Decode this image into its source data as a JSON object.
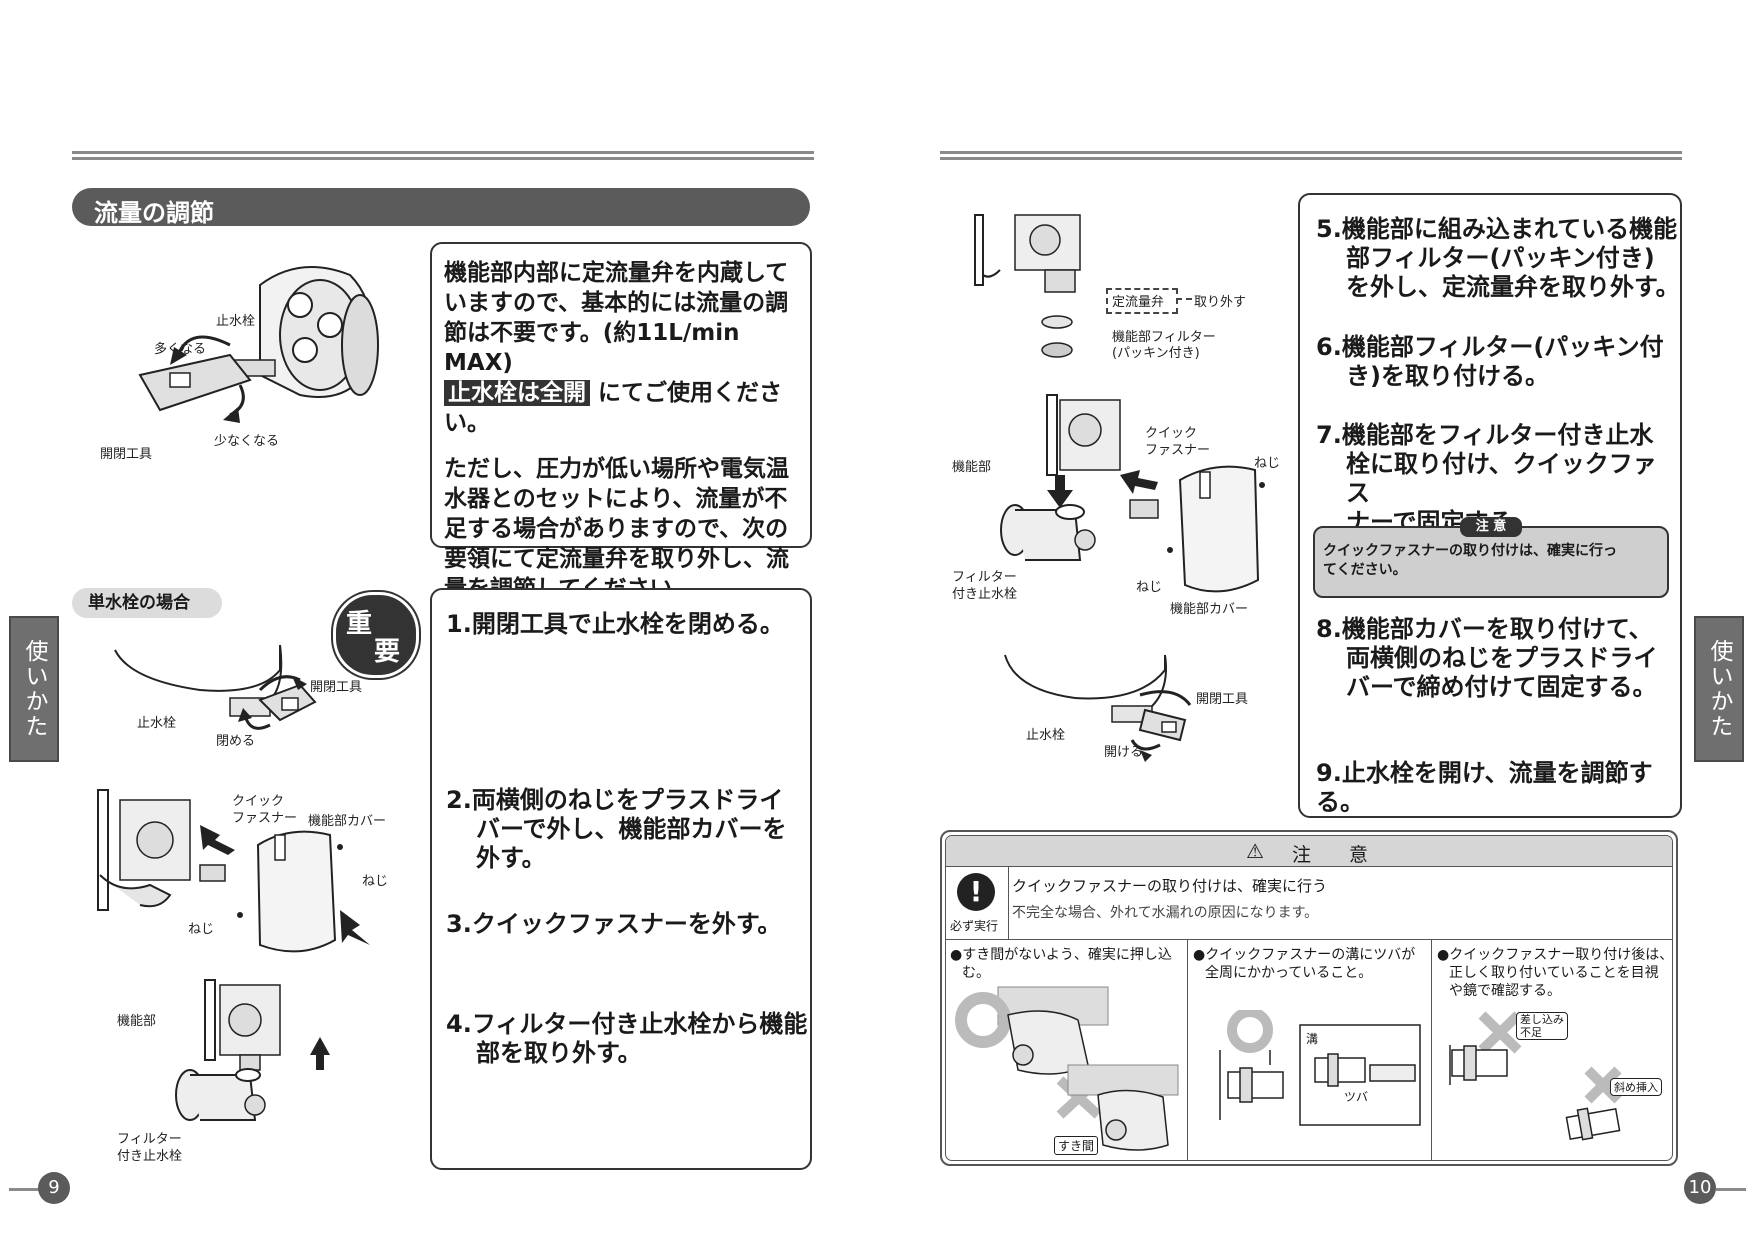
{
  "left_page": {
    "section_title": "流量の調節",
    "intro_para1_line1": "機能部内部に定流量弁を内蔵して",
    "intro_para1_line2": "いますので、基本的には流量の調",
    "intro_para1_line3": "節は不要です。(約11L/min MAX)",
    "intro_highlight": "止水栓は全開",
    "intro_para1_line4_rest": "にてご使用ください。",
    "intro_para2_line1": "ただし、圧力が低い場所や電気温",
    "intro_para2_line2": "水器とのセットにより、流量が不",
    "intro_para2_line3": "足する場合がありますので、次の",
    "intro_para2_line4": "要領にて定流量弁を取り外し、流",
    "intro_para2_line5": "量を調節してください。",
    "fig1_labels": {
      "stop_valve": "止水栓",
      "more": "多くなる",
      "less": "少なくなる",
      "tool": "開閉工具"
    },
    "subhead": "単水栓の場合",
    "important_badge": [
      "重",
      "要"
    ],
    "step1": "1.開閉工具で止水栓を閉める。",
    "step2_line1": "2.両横側のねじをプラスドライ",
    "step2_line2": "バーで外し、機能部カバーを",
    "step2_line3": "外す。",
    "step3": "3.クイックファスナーを外す。",
    "step4_line1": "4.フィルター付き止水栓から機能",
    "step4_line2": "部を取り外す。",
    "fig2_labels": {
      "tool": "開閉工具",
      "stop_valve": "止水栓",
      "close": "閉める"
    },
    "fig3_labels": {
      "quick1": "クイック",
      "quick2": "ファスナー",
      "cover": "機能部カバー",
      "screw": "ねじ"
    },
    "fig4_labels": {
      "unit": "機能部",
      "filter1": "フィルター",
      "filter2": "付き止水栓"
    },
    "side_tab": "使いかた",
    "page_number": "9"
  },
  "right_page": {
    "fig5_labels": {
      "valve": "定流量弁",
      "remove": "取り外す",
      "filter1": "機能部フィルター",
      "filter2": "(パッキン付き)"
    },
    "fig6_labels": {
      "unit": "機能部",
      "quick1": "クイック",
      "quick2": "ファスナー",
      "screw": "ねじ",
      "filter1": "フィルター",
      "filter2": "付き止水栓",
      "cover": "機能部カバー"
    },
    "fig7_labels": {
      "tool": "開閉工具",
      "stop_valve": "止水栓",
      "open": "開ける"
    },
    "step5_line1": "5.機能部に組み込まれている機能",
    "step5_line2": "部フィルター(パッキン付き)",
    "step5_line3": "を外し、定流量弁を取り外す。",
    "step6_line1": "6.機能部フィルター(パッキン付",
    "step6_line2": "き)を取り付ける。",
    "step7_line1": "7.機能部をフィルター付き止水",
    "step7_line2": "栓に取り付け、クイックファス",
    "step7_line3": "ナーで固定する。",
    "caution_tag": "注 意",
    "caution_text_line1": "クイックファスナーの取り付けは、確実に行っ",
    "caution_text_line2": "てください。",
    "step8_line1": "8.機能部カバーを取り付けて、",
    "step8_line2": "両横側のねじをプラスドライ",
    "step8_line3": "バーで締め付けて固定する。",
    "step9": "9.止水栓を開け、流量を調節する。",
    "warning": {
      "header": "注　　意",
      "must_label": "必ず実行",
      "main": "クイックファスナーの取り付けは、確実に行う",
      "sub": "不完全な場合、外れて水漏れの原因になります。",
      "col1_line1": "●すき間がないよう、確実に押し込",
      "col1_line2": "む。",
      "col1_gap": "すき間",
      "col2_line1": "●クイックファスナーの溝にツバが",
      "col2_line2": "全周にかかっていること。",
      "col2_groove": "溝",
      "col2_flange": "ツバ",
      "col3_line1": "●クイックファスナー取り付け後は、",
      "col3_line2": "正しく取り付いていることを目視",
      "col3_line3": "や鏡で確認する。",
      "col3_insert1": "差し込み",
      "col3_insert2": "不足",
      "col3_diag": "斜め挿入"
    },
    "side_tab": "使いかた",
    "page_number": "10"
  }
}
